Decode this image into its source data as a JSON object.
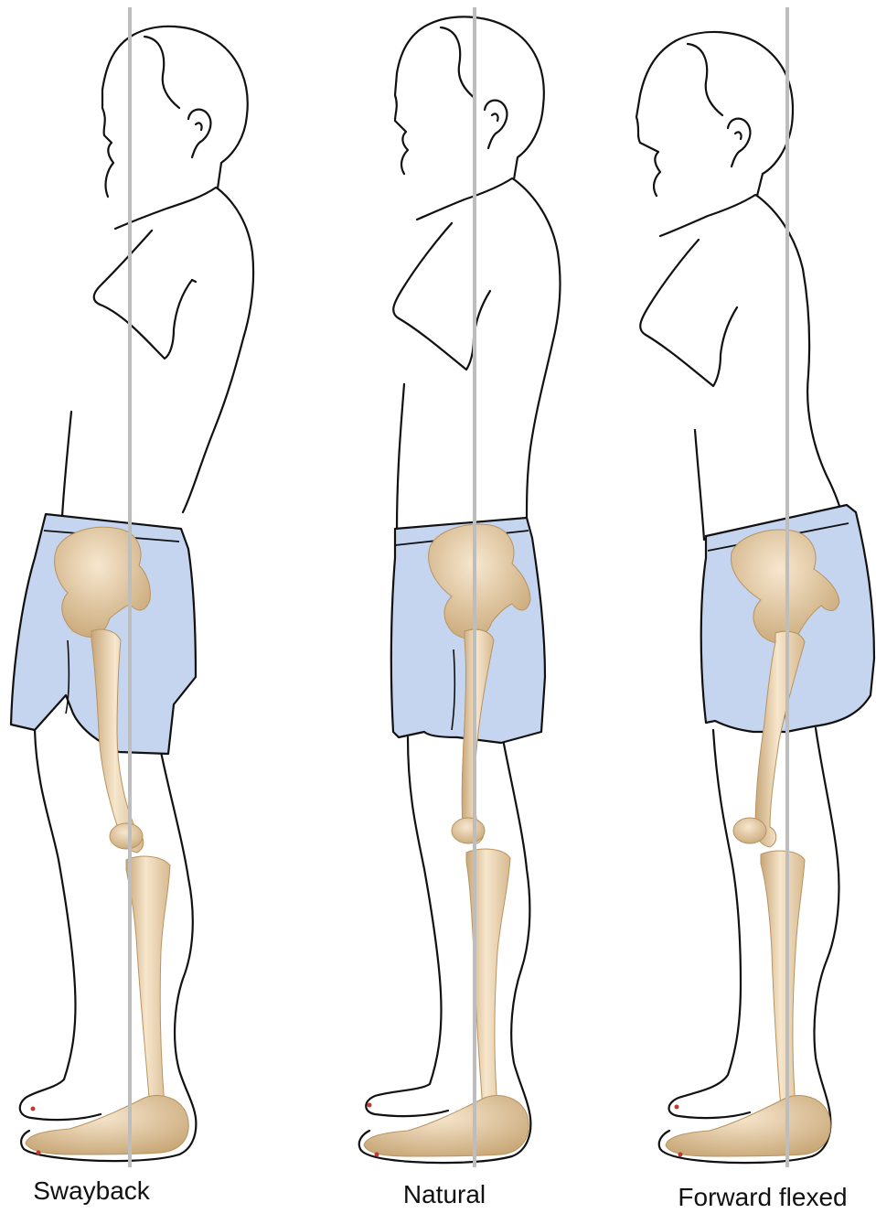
{
  "figures": [
    {
      "caption": "Swayback"
    },
    {
      "caption": "Natural"
    },
    {
      "caption": "Forward flexed"
    }
  ],
  "colors": {
    "outline": "#111111",
    "shorts": "#c5d5ef",
    "bone": "#f0dcbc",
    "bone_shadow": "#c8a77a",
    "plumb_line": "#bdbdbd",
    "toenail": "#c0392b"
  }
}
